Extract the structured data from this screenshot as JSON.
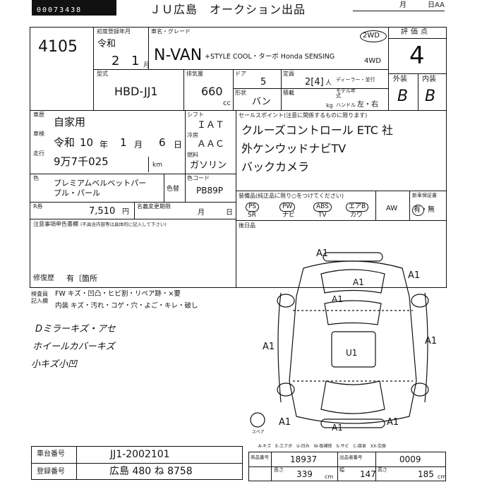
{
  "header": {
    "doc_number": "00073438",
    "auction_title": "ＪＵ広島　オークション出品",
    "month_label": "月",
    "day_label": "日AA"
  },
  "lot": {
    "number": "4105"
  },
  "vehicle": {
    "first_reg_label": "初度登録年月",
    "era": "令和",
    "year": "2",
    "month": "1",
    "month_unit": "月",
    "name_grade_label": "車名・グレード",
    "model": "N-VAN",
    "grade": "+STYLE COOL・ターボ Honda SENSING",
    "drive_2wd": "2WD",
    "drive_4wd": "4WD",
    "type_label": "型式",
    "type_code": "HBD-JJ1",
    "displacement_label": "排気量",
    "displacement": "660",
    "displacement_unit": "cc",
    "doors_label": "ドア",
    "doors": "5",
    "capacity_label": "定員",
    "capacity": "2[4]",
    "capacity_unit": "人",
    "dealer_label": "ディーラー・並行",
    "body_label": "形状",
    "body": "バン",
    "load_label": "積載",
    "load_unit": "kg",
    "model_year_label": "モデル年式",
    "handle_label": "ハンドル",
    "handle": "左・右"
  },
  "grade_score": {
    "label": "評価点",
    "value": "4"
  },
  "exterior": {
    "label": "外装",
    "value": "B"
  },
  "interior": {
    "label": "内装",
    "value": "B"
  },
  "history": {
    "label": "車歴",
    "value": "自家用"
  },
  "inspection": {
    "label": "車検",
    "era": "令和",
    "year": "10",
    "year_unit": "年",
    "month": "1",
    "month_unit": "月",
    "day": "6",
    "day_unit": "日"
  },
  "mileage": {
    "label": "走行",
    "value": "9万7千025",
    "unit": "km"
  },
  "shift": {
    "label": "シフト",
    "value": "ＩＡＴ"
  },
  "aircon": {
    "label": "冷房",
    "value": "ＡＡＣ"
  },
  "fuel": {
    "label": "燃料",
    "value": "ガソリン"
  },
  "color": {
    "label": "色",
    "value_line1": "プレミアムベルベットパー",
    "value_line2": "プル・パール",
    "repaint_label": "色替",
    "code_label": "色コード",
    "code": "PB89P"
  },
  "recycle": {
    "label": "R券",
    "amount": "7,510",
    "unit": "円",
    "tax_label": "名義変更期限",
    "month": "月",
    "day": "日"
  },
  "sales_points": {
    "label": "セールスポイント(注意に関係するものに限ります)",
    "line1": "クルーズコントロール ETC 社",
    "line2": "外ケンウッドナビTV",
    "line3": "バックカメラ"
  },
  "equipment": {
    "label": "装備品(純正品に限り○をつけてください)",
    "items": [
      "PS",
      "PW",
      "ABS",
      "エアB"
    ],
    "items_sub": [
      "SR",
      "ナビ",
      "TV",
      "カワ"
    ],
    "aw": "AW",
    "warranty_label": "新車保証書",
    "warranty_value": "有・無"
  },
  "notes": {
    "label": "注意事項申告書欄",
    "sub": "(不具合内容等は具体的に記入して下さい)",
    "repair_label": "修復歴",
    "repair_value": "有〔箇所",
    "rear_label": "後日品"
  },
  "legend": {
    "inspector_label": "検査員\n記入欄",
    "row1": "FW キズ・凹凸・ヒビ割・リペア跡・×要",
    "row2": "内装 キズ・汚れ・コゲ・穴・よご・キレ・破し"
  },
  "handwritten": {
    "line1": "Dミラーキズ・アセ",
    "line2": "ホイールカバーキズ",
    "line3": "小キズ小凹"
  },
  "diagram_marks": [
    "A1",
    "A1",
    "A1",
    "A1",
    "A1",
    "A1",
    "U1",
    "A1",
    "A1",
    "A1"
  ],
  "spare_label": "スペア",
  "damage_legend": "A-キズ　E-エクボ　U-凹み　W-板補修　S-サビ　C-腐食　XX-交換",
  "footer": {
    "chassis_label": "車台番号",
    "chassis": "JJ1-2002101",
    "reg_label": "登録番号",
    "reg": "広島 480 ね 8758",
    "entry_no_label": "商品番号",
    "entry_no": "18937",
    "exhibitor_label": "出品者番号",
    "exhibitor": "0009",
    "length_label": "長さ",
    "length": "339",
    "width_label": "幅",
    "width": "147",
    "height_label": "高さ",
    "height": "185",
    "dim_unit": "cm"
  }
}
